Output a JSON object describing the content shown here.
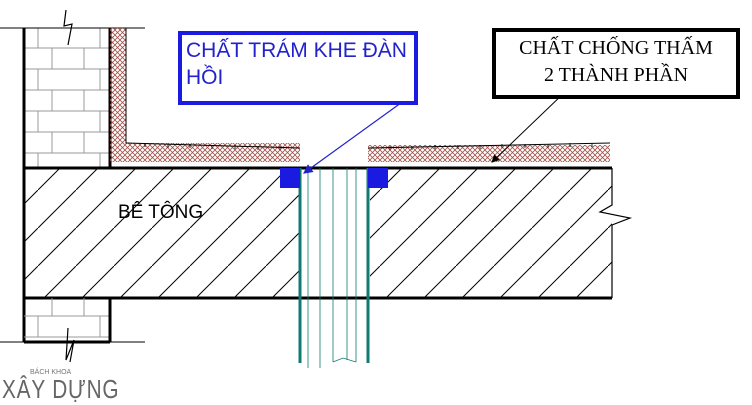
{
  "callouts": {
    "sealant": "CHẤT TRÁM KHE ĐÀN HỒI",
    "waterproofing_line1": "CHẤT CHỐNG THẤM",
    "waterproofing_line2": "2 THÀNH PHẦN"
  },
  "labels": {
    "concrete": "BÊ TÔNG"
  },
  "watermark": {
    "small": "BÁCH KHOA",
    "big": "XÂY DỰNG"
  },
  "colors": {
    "sealant": "#1a1ae0",
    "waterproofing": "#a0524a",
    "pipe": "#0f7a72"
  }
}
